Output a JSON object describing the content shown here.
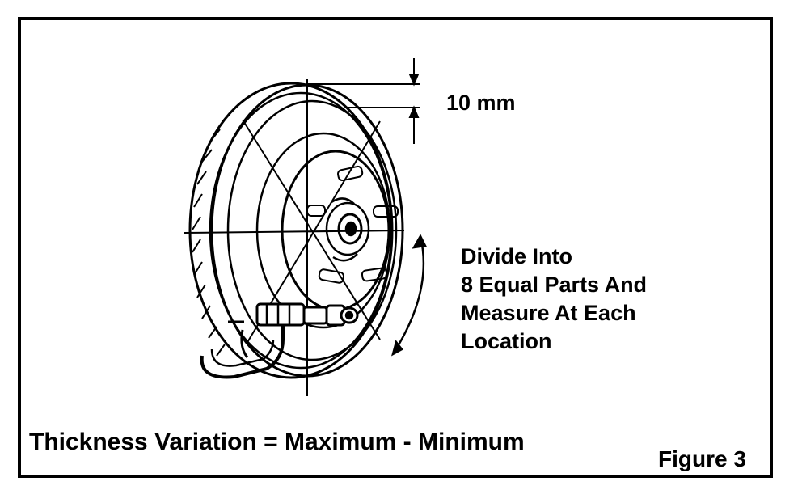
{
  "diagram": {
    "dimension_label": "10 mm",
    "instructions": [
      "Divide Into",
      "8 Equal Parts And",
      "Measure At Each",
      "Location"
    ],
    "formula": "Thickness Variation = Maximum - Minimum",
    "figure_label": "Figure 3"
  }
}
